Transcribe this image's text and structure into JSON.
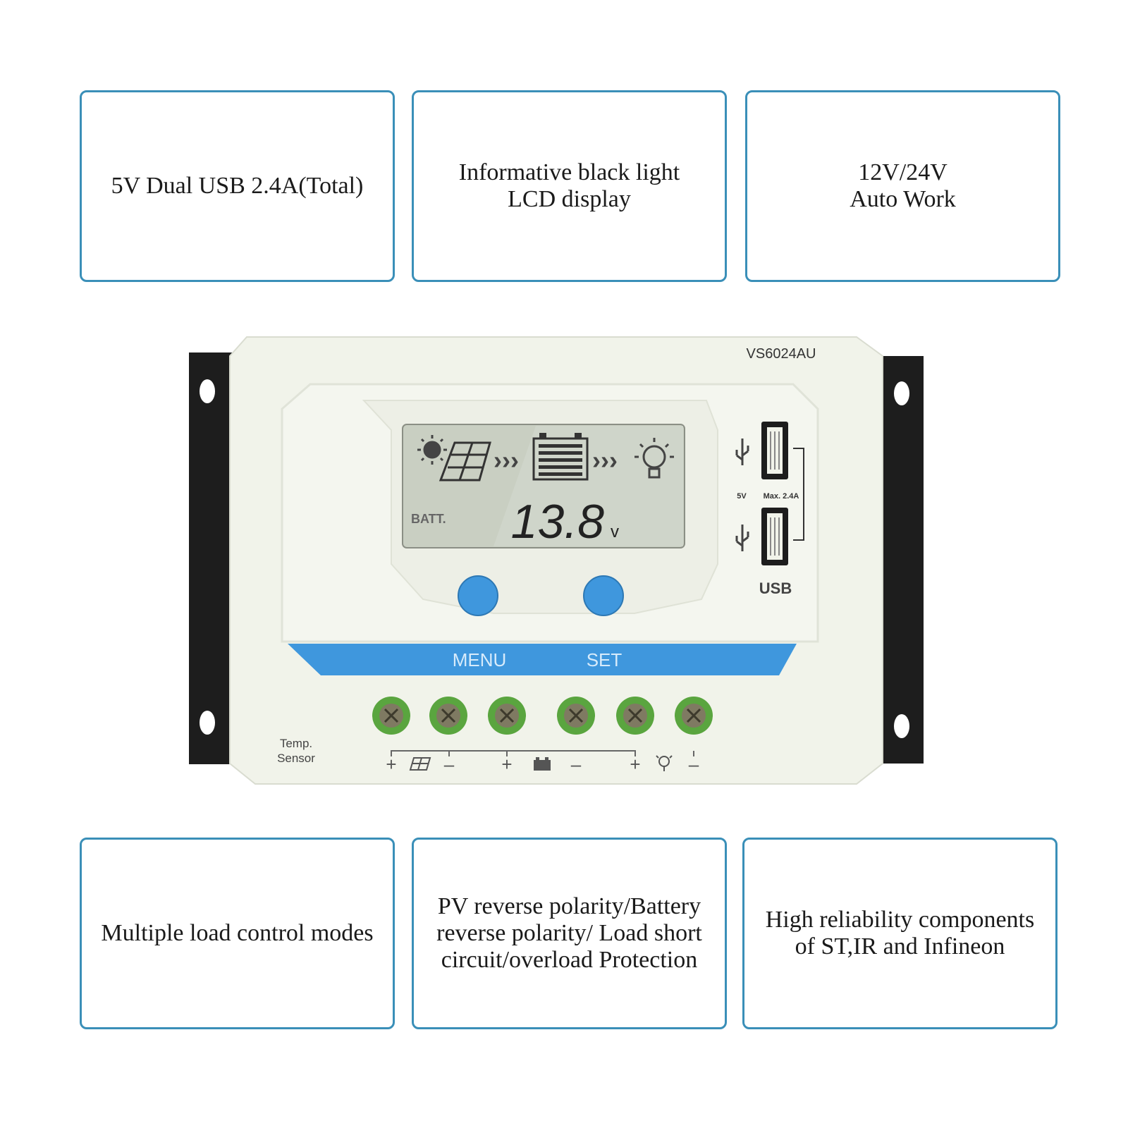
{
  "features_top": [
    {
      "text": "5V Dual USB 2.4A(Total)"
    },
    {
      "text": "Informative black light\nLCD display"
    },
    {
      "text": "12V/24V\nAuto Work"
    }
  ],
  "features_bottom": [
    {
      "text": "Multiple load control modes"
    },
    {
      "text": "PV reverse polarity/Battery\nreverse polarity/ Load short\ncircuit/overload Protection"
    },
    {
      "text": "High reliability  components\nof ST,IR and Infineon"
    }
  ],
  "device": {
    "model": "VS6024AU",
    "lcd": {
      "batt_label": "BATT.",
      "voltage": "13.8",
      "unit": "v"
    },
    "buttons": {
      "menu_label": "MENU",
      "set_label": "SET"
    },
    "usb": {
      "label": "USB",
      "spec_voltage": "5V",
      "spec_current": "Max. 2.4A"
    },
    "temp_sensor_label": [
      "Temp.",
      "Sensor"
    ],
    "terminal_signs": [
      "+",
      "–",
      "+",
      "–",
      "+",
      "–"
    ],
    "colors": {
      "accent_blue": "#3f97dd",
      "body": "#f1f3ea",
      "lcd": "#c9cfc2",
      "terminal_green": "#5aa53f"
    }
  }
}
